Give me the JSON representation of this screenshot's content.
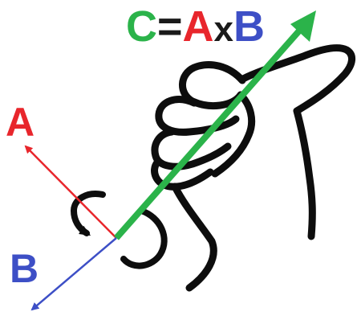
{
  "title": {
    "c": "C",
    "equals": "=",
    "a": "A",
    "cross": "x",
    "b": "B"
  },
  "vector_a_label": "A",
  "vector_b_label": "B",
  "colors": {
    "vector_a": "#e8262c",
    "vector_b": "#3d4fc6",
    "vector_c": "#2bb34a",
    "hand_outline": "#0d0d0d"
  }
}
